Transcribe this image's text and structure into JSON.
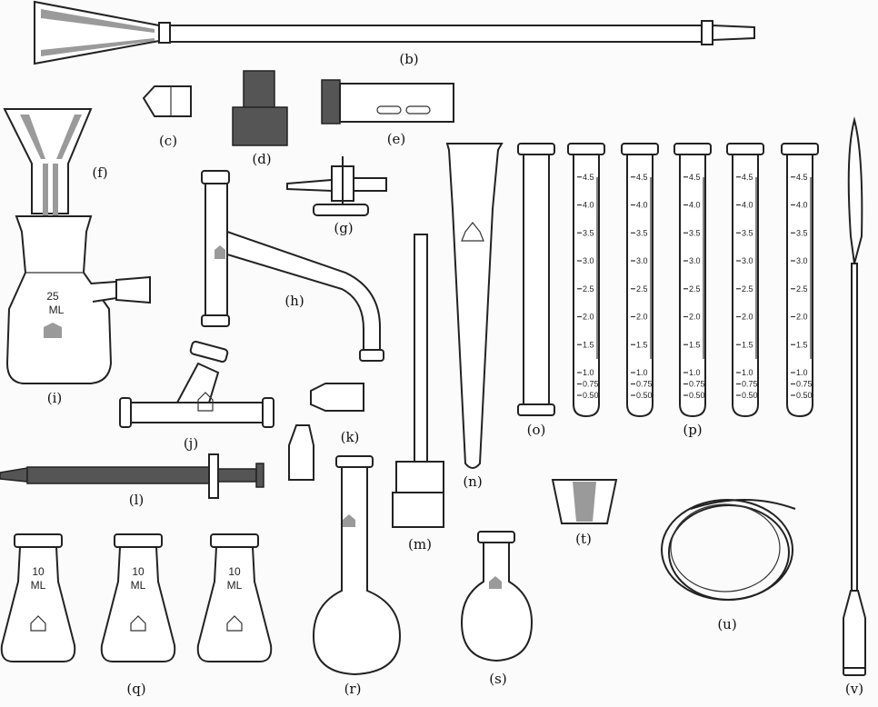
{
  "labels": {
    "b": "(b)",
    "c": "(c)",
    "d": "(d)",
    "e": "(e)",
    "f": "(f)",
    "g": "(g)",
    "h": "(h)",
    "i": "(i)",
    "j": "(j)",
    "k": "(k)",
    "l": "(l)",
    "m": "(m)",
    "n": "(n)",
    "o": "(o)",
    "p": "(p)",
    "q": "(q)",
    "r": "(r)",
    "s": "(s)",
    "t": "(t)",
    "u": "(u)",
    "v": "(v)"
  },
  "filter_flask": {
    "volume": "25",
    "unit": "ML"
  },
  "erlenmeyer_flasks": [
    {
      "volume": "10",
      "unit": "ML"
    },
    {
      "volume": "10",
      "unit": "ML"
    },
    {
      "volume": "10",
      "unit": "ML"
    }
  ],
  "tube_scale": [
    "4.5",
    "4.0",
    "3.5",
    "3.0",
    "2.5",
    "2.0",
    "1.5",
    "1.0",
    "0.75",
    "0.50"
  ]
}
